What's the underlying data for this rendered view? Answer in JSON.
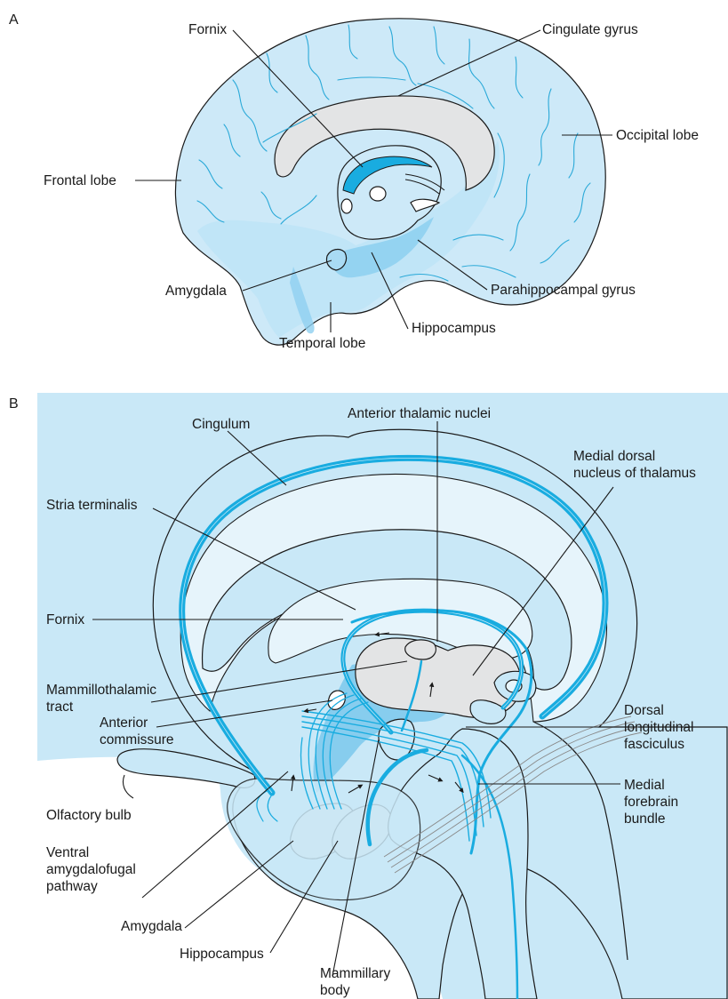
{
  "colors": {
    "brain_fill": "#cde9f8",
    "brain_deep": "#a9dbf4",
    "background_b": "#c9e8f7",
    "tract_blue": "#19ace0",
    "grey_structure": "#e3e4e5",
    "outline": "#1a1a1a"
  },
  "panel_a": {
    "letter": "A",
    "labels": {
      "fornix": "Fornix",
      "cingulate_gyrus": "Cingulate gyrus",
      "occipital_lobe": "Occipital lobe",
      "frontal_lobe": "Frontal lobe",
      "amygdala": "Amygdala",
      "parahippocampal_gyrus": "Parahippocampal gyrus",
      "hippocampus": "Hippocampus",
      "temporal_lobe": "Temporal lobe"
    }
  },
  "panel_b": {
    "letter": "B",
    "labels": {
      "anterior_thalamic_nuclei": "Anterior thalamic nuclei",
      "cingulum": "Cingulum",
      "medial_dorsal_nucleus": [
        "Medial dorsal",
        "nucleus of thalamus"
      ],
      "stria_terminalis": "Stria terminalis",
      "fornix": "Fornix",
      "mammillothalamic_tract": [
        "Mammillothalamic",
        "tract"
      ],
      "anterior_commissure": [
        "Anterior",
        "commissure"
      ],
      "dorsal_longitudinal_fasciculus": [
        "Dorsal",
        "longitudinal",
        "fasciculus"
      ],
      "olfactory_bulb": "Olfactory bulb",
      "medial_forebrain_bundle": [
        "Medial",
        "forebrain",
        "bundle"
      ],
      "ventral_amygdalofugal_pathway": [
        "Ventral",
        "amygdalofugal",
        "pathway"
      ],
      "amygdala": "Amygdala",
      "hippocampus": "Hippocampus",
      "mammillary_body": [
        "Mammillary",
        "body"
      ]
    }
  }
}
